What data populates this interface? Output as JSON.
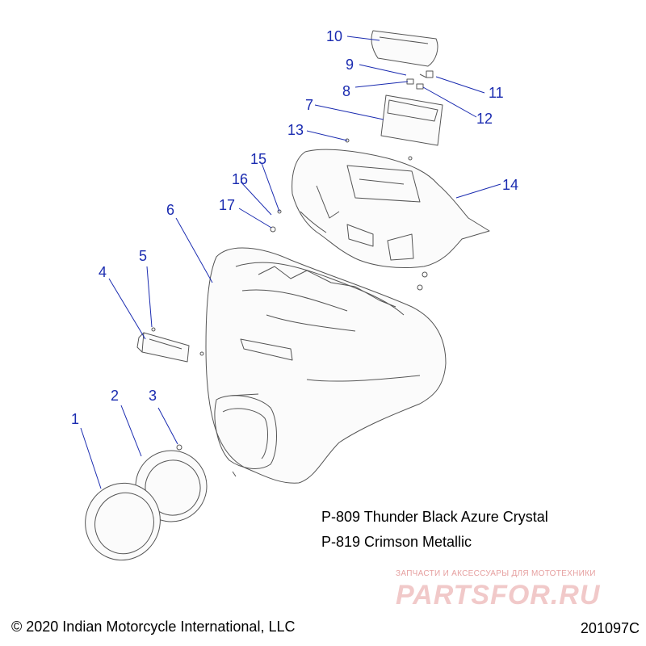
{
  "callouts": [
    {
      "label": "1"
    },
    {
      "label": "2"
    },
    {
      "label": "3"
    },
    {
      "label": "4"
    },
    {
      "label": "5"
    },
    {
      "label": "6"
    },
    {
      "label": "7"
    },
    {
      "label": "8"
    },
    {
      "label": "9"
    },
    {
      "label": "10"
    },
    {
      "label": "11"
    },
    {
      "label": "12"
    },
    {
      "label": "13"
    },
    {
      "label": "14"
    },
    {
      "label": "15"
    },
    {
      "label": "16"
    },
    {
      "label": "17"
    }
  ],
  "notes": [
    "P-809 Thunder Black Azure Crystal",
    "P-819 Crimson Metallic"
  ],
  "copyright": "© 2020 Indian Motorcycle International, LLC",
  "drawing_id": "201097C",
  "watermark": {
    "tagline": "ЗАПЧАСТИ И АКСЕССУАРЫ ДЛЯ МОТОТЕХНИКИ",
    "logo": "PARTSFOR.RU"
  },
  "colors": {
    "callout": "#1a2bb0",
    "watermark": "#e8aaaa"
  }
}
